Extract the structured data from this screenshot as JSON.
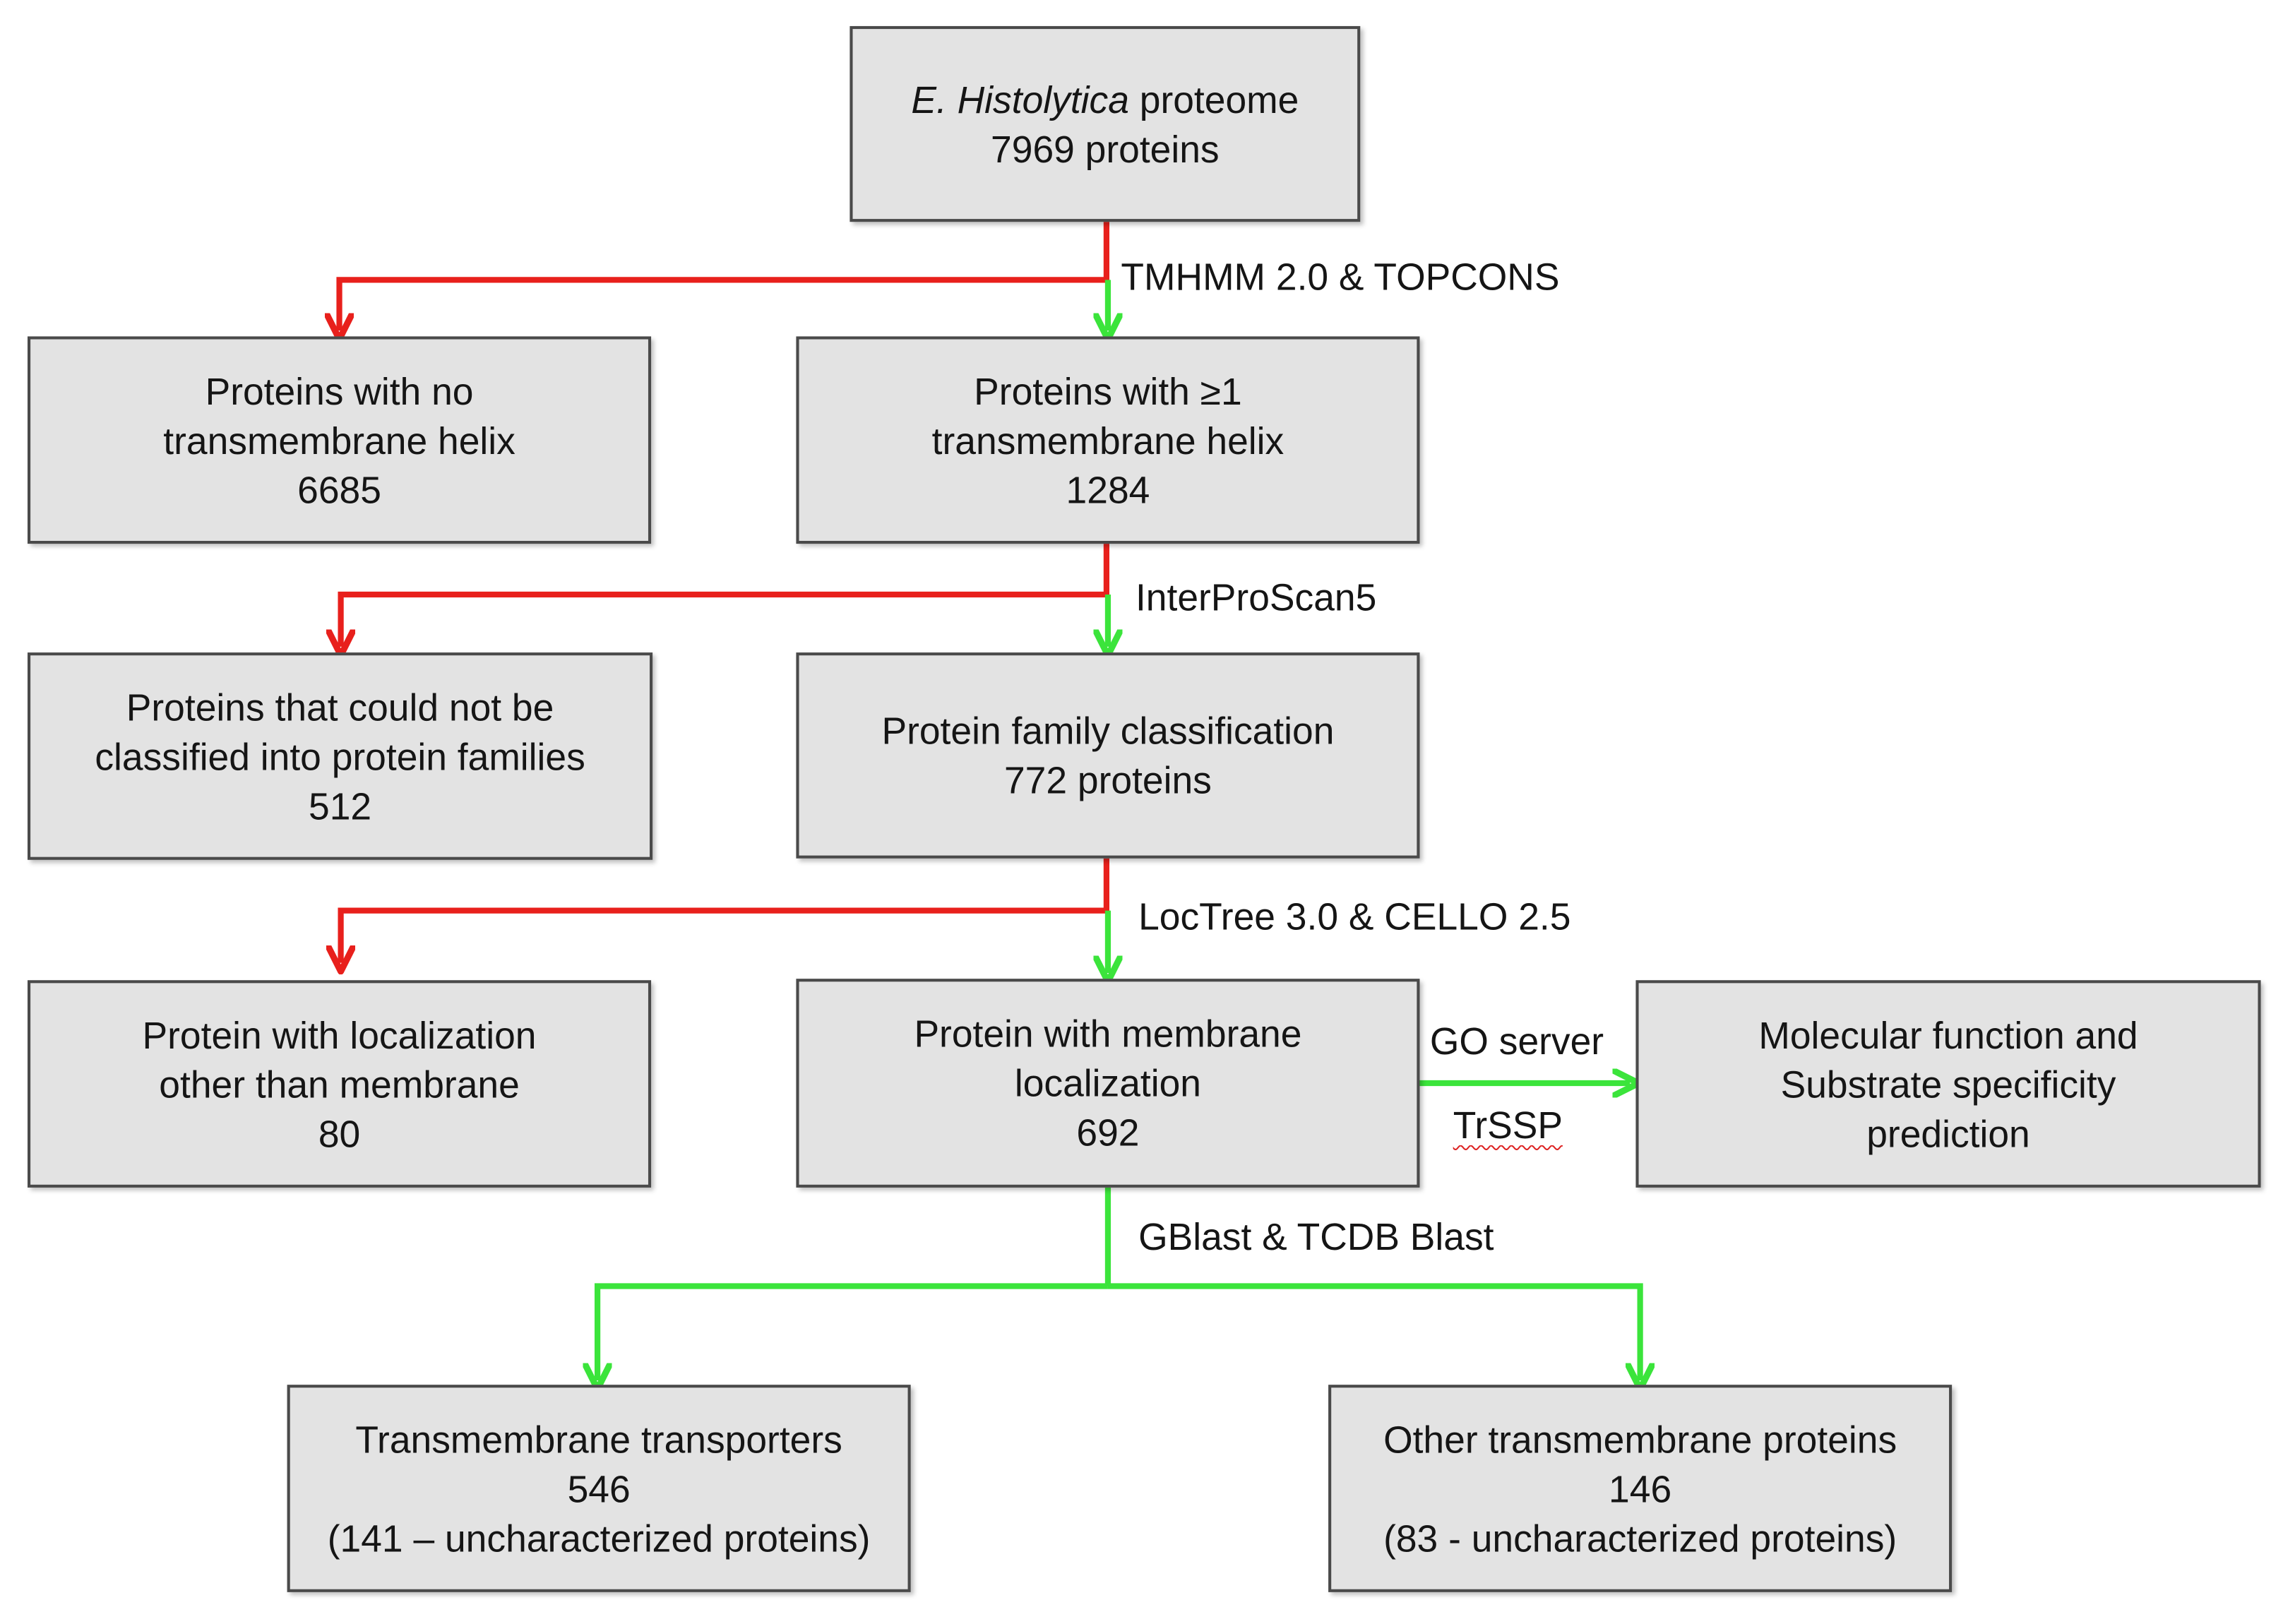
{
  "colors": {
    "rejected_arrow": "#e8201c",
    "accepted_arrow": "#3be43b",
    "box_fill": "#e3e3e3",
    "box_border": "#4a4a4a"
  },
  "nodes": {
    "proteome": {
      "species": "E. Histolytica",
      "line1_rest": " proteome",
      "line2": "7969 proteins"
    },
    "no_tm": {
      "line1": "Proteins with no",
      "line2": "transmembrane helix",
      "line3": "6685"
    },
    "with_tm": {
      "line1": "Proteins with  ≥1",
      "line2": "transmembrane helix",
      "line3": "1284"
    },
    "unclassified": {
      "line1": "Proteins that could not be",
      "line2": "classified into protein families",
      "line3": "512"
    },
    "family": {
      "line1": "Protein family classification",
      "line2": "772 proteins"
    },
    "other_loc": {
      "line1": "Protein with localization",
      "line2": "other than membrane",
      "line3": "80"
    },
    "membrane_loc": {
      "line1": "Protein with membrane",
      "line2": "localization",
      "line3": "692"
    },
    "molecular": {
      "line1": "Molecular function and",
      "line2": "Substrate specificity",
      "line3": "prediction"
    },
    "transporters": {
      "line1": "Transmembrane transporters",
      "line2": "546",
      "line3": "(141 – uncharacterized proteins)"
    },
    "other_tm": {
      "line1": "Other transmembrane proteins",
      "line2": "146",
      "line3": "(83 - uncharacterized proteins)"
    }
  },
  "edge_labels": {
    "step1": "TMHMM 2.0 & TOPCONS",
    "step2": "InterProScan5",
    "step3": "LocTree 3.0 & CELLO 2.5",
    "go_server": "GO server",
    "trssp": "TrSSP",
    "step4": "GBlast & TCDB Blast"
  }
}
